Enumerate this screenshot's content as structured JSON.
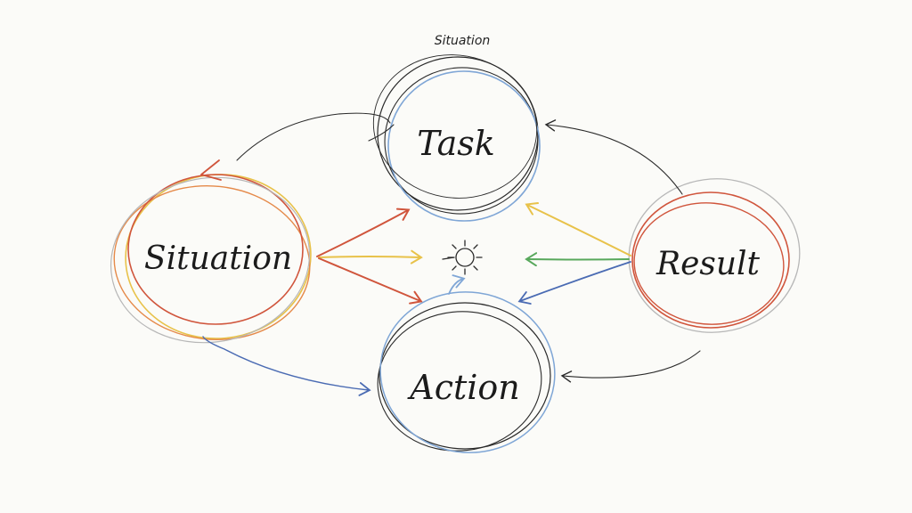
{
  "diagram": {
    "top_caption": "Situation",
    "nodes": {
      "task": {
        "label": "Task"
      },
      "situation": {
        "label": "Situation"
      },
      "result": {
        "label": "Result"
      },
      "action": {
        "label": "Action"
      }
    },
    "center_icon": "sun-icon",
    "colors": {
      "ink": "#2a2a2a",
      "blue": "#7fa6d6",
      "navy": "#4a6bb3",
      "red": "#d0553c",
      "orange": "#e58a4a",
      "yellow": "#e8c24a",
      "green": "#58a85c",
      "grey": "#b7b7b7"
    }
  }
}
